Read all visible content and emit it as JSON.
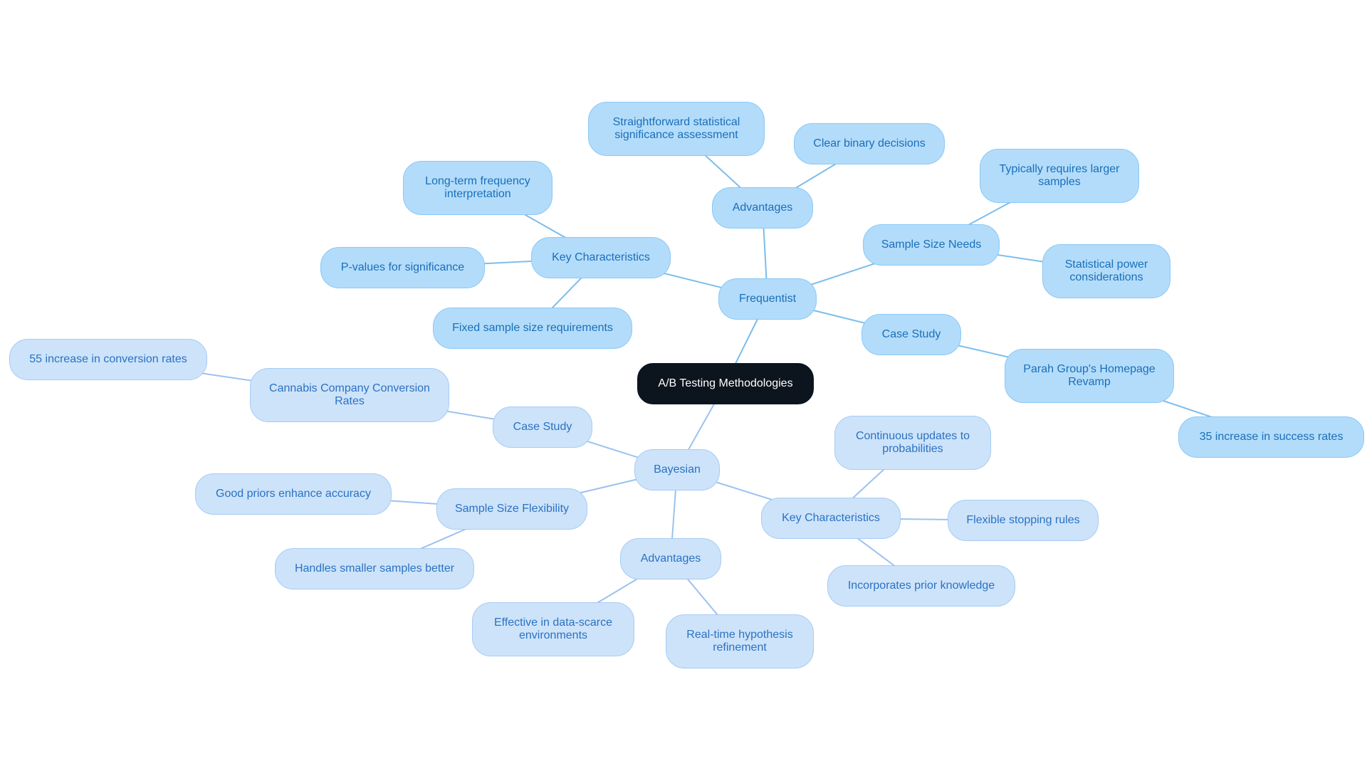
{
  "diagram": {
    "type": "mind-map",
    "root": {
      "id": "root",
      "label": "A/B Testing Methodologies"
    },
    "nodes": [
      {
        "id": "freq",
        "label": "Frequentist",
        "branch": "freq",
        "parent": "root"
      },
      {
        "id": "f-adv",
        "label": "Advantages",
        "branch": "freq",
        "parent": "freq"
      },
      {
        "id": "f-adv-1",
        "label": "Straightforward statistical significance assessment",
        "branch": "freq",
        "parent": "f-adv"
      },
      {
        "id": "f-adv-2",
        "label": "Clear binary decisions",
        "branch": "freq",
        "parent": "f-adv"
      },
      {
        "id": "f-key",
        "label": "Key Characteristics",
        "branch": "freq",
        "parent": "freq"
      },
      {
        "id": "f-key-1",
        "label": "Long-term frequency interpretation",
        "branch": "freq",
        "parent": "f-key"
      },
      {
        "id": "f-key-2",
        "label": "P-values for significance",
        "branch": "freq",
        "parent": "f-key"
      },
      {
        "id": "f-key-3",
        "label": "Fixed sample size requirements",
        "branch": "freq",
        "parent": "f-key"
      },
      {
        "id": "f-ss",
        "label": "Sample Size Needs",
        "branch": "freq",
        "parent": "freq"
      },
      {
        "id": "f-ss-1",
        "label": "Typically requires larger samples",
        "branch": "freq",
        "parent": "f-ss"
      },
      {
        "id": "f-ss-2",
        "label": "Statistical power considerations",
        "branch": "freq",
        "parent": "f-ss"
      },
      {
        "id": "f-cs",
        "label": "Case Study",
        "branch": "freq",
        "parent": "freq"
      },
      {
        "id": "f-cs-1",
        "label": "Parah Group's Homepage Revamp",
        "branch": "freq",
        "parent": "f-cs"
      },
      {
        "id": "f-cs-2",
        "label": "35 increase in success rates",
        "branch": "freq",
        "parent": "f-cs-1"
      },
      {
        "id": "bayes",
        "label": "Bayesian",
        "branch": "bayes",
        "parent": "root"
      },
      {
        "id": "b-cs",
        "label": "Case Study",
        "branch": "bayes",
        "parent": "bayes"
      },
      {
        "id": "b-cs-1",
        "label": "Cannabis Company Conversion Rates",
        "branch": "bayes",
        "parent": "b-cs"
      },
      {
        "id": "b-cs-2",
        "label": "55 increase in conversion rates",
        "branch": "bayes",
        "parent": "b-cs-1"
      },
      {
        "id": "b-ss",
        "label": "Sample Size Flexibility",
        "branch": "bayes",
        "parent": "bayes"
      },
      {
        "id": "b-ss-1",
        "label": "Good priors enhance accuracy",
        "branch": "bayes",
        "parent": "b-ss"
      },
      {
        "id": "b-ss-2",
        "label": "Handles smaller samples better",
        "branch": "bayes",
        "parent": "b-ss"
      },
      {
        "id": "b-adv",
        "label": "Advantages",
        "branch": "bayes",
        "parent": "bayes"
      },
      {
        "id": "b-adv-1",
        "label": "Effective in data-scarce environments",
        "branch": "bayes",
        "parent": "b-adv"
      },
      {
        "id": "b-adv-2",
        "label": "Real-time hypothesis refinement",
        "branch": "bayes",
        "parent": "b-adv"
      },
      {
        "id": "b-key",
        "label": "Key Characteristics",
        "branch": "bayes",
        "parent": "bayes"
      },
      {
        "id": "b-key-1",
        "label": "Continuous updates to probabilities",
        "branch": "bayes",
        "parent": "b-key"
      },
      {
        "id": "b-key-2",
        "label": "Flexible stopping rules",
        "branch": "bayes",
        "parent": "b-key"
      },
      {
        "id": "b-key-3",
        "label": "Incorporates prior knowledge",
        "branch": "bayes",
        "parent": "b-key"
      }
    ]
  },
  "colors": {
    "root_fill": "#0c141e",
    "root_text": "#ffffff",
    "freq_fill": "#b3dcfb",
    "freq_text": "#1a6fb8",
    "freq_link": "#7cbdea",
    "bayes_fill": "#cde3fa",
    "bayes_text": "#2a72c2",
    "bayes_link": "#9cc2ee"
  }
}
